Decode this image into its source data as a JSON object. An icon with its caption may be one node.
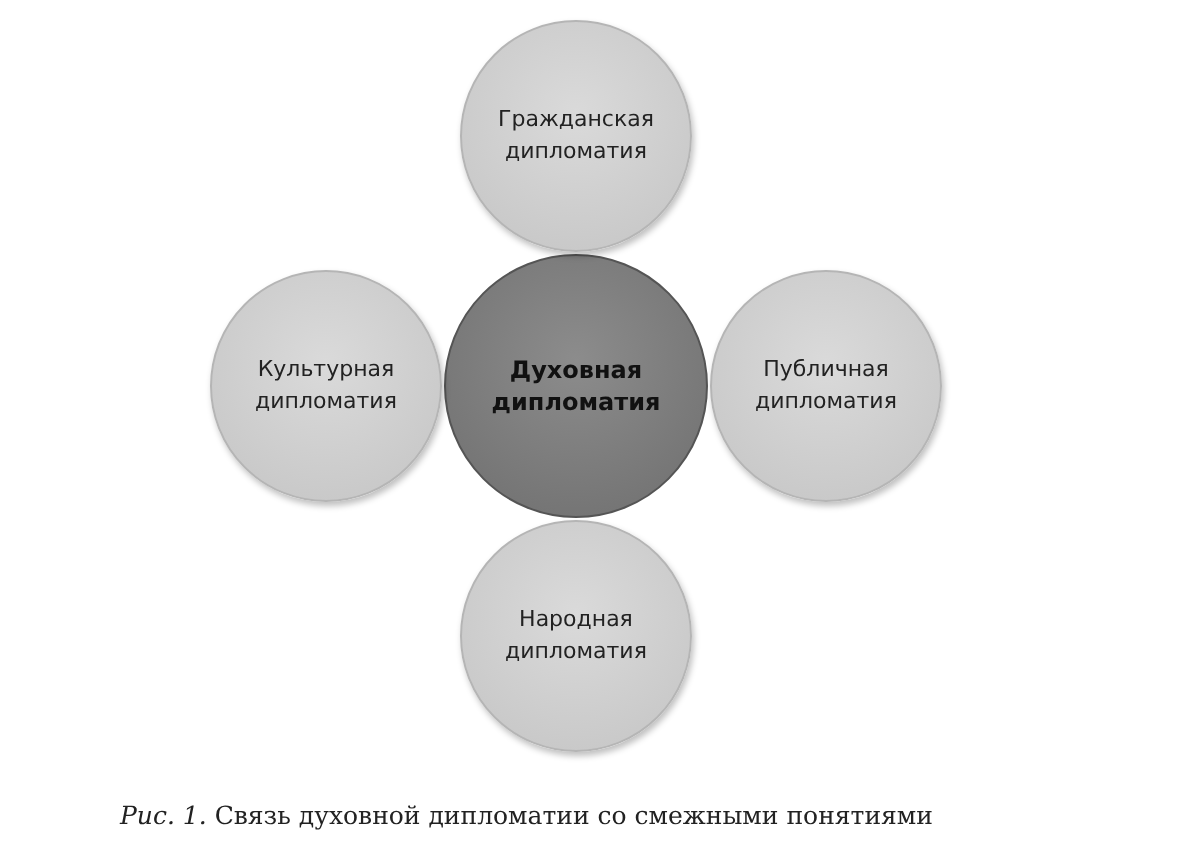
{
  "diagram": {
    "nodes": [
      {
        "text": [
          "Духовная дипломатия"
        ]
      },
      {
        "text": [
          "Гражданская дипломатия"
        ]
      },
      {
        "text": [
          "Культурная дипломатия"
        ]
      },
      {
        "text": [
          "Публичная дипломатия"
        ]
      },
      {
        "text": [
          "Народная дипломатия"
        ]
      }
    ],
    "caption": "*Рис. 1.* Связь духовной дипломатии со смежными понятиями"
  }
}
